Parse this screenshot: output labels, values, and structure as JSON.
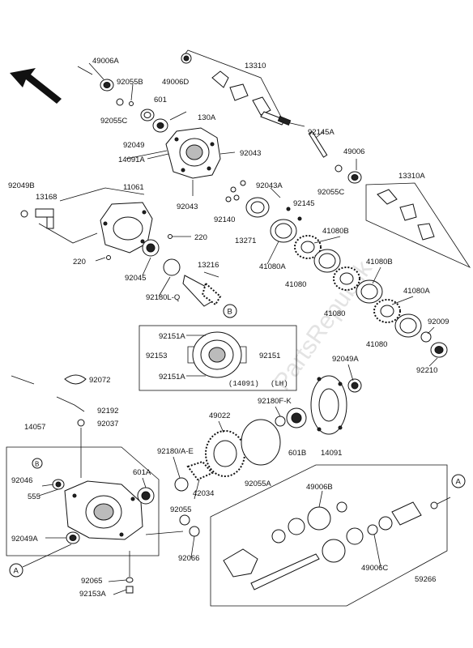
{
  "labels": {
    "p49006A": "49006A",
    "p92055B": "92055B",
    "p92055C_top": "92055C",
    "p49006D": "49006D",
    "p13310": "13310",
    "p601": "601",
    "p130A": "130A",
    "p92049": "92049",
    "p14091A": "14091A",
    "p92043_a": "92043",
    "p92043_b": "92043",
    "p92145A": "92145A",
    "p49006": "49006",
    "p92055C": "92055C",
    "p13310A": "13310A",
    "p92049B": "92049B",
    "p13168": "13168",
    "p11061": "11061",
    "p220_a": "220",
    "p220_b": "220",
    "p92045": "92045",
    "p92180LQ": "92180L-Q",
    "p13216": "13216",
    "p92043A": "92043A",
    "p92145": "92145",
    "p92140": "92140",
    "p13271": "13271",
    "p41080B_a": "41080B",
    "p41080A_a": "41080A",
    "p41080_a": "41080",
    "p41080B_b": "41080B",
    "p41080_b": "41080",
    "p41080A_b": "41080A",
    "p92009": "92009",
    "p41080_c": "41080",
    "p92210": "92210",
    "p92151A_a": "92151A",
    "p92153_box": "92153",
    "p92151": "92151",
    "p92151A_b": "92151A",
    "p14091_box": "(14091)",
    "pLH": "(LH)",
    "p92049A": "92049A",
    "p92072": "92072",
    "p92180FK": "92180F-K",
    "p92192": "92192",
    "p92037": "92037",
    "p14057": "14057",
    "p49022": "49022",
    "p601B": "601B",
    "p14091": "14091",
    "p92180AE": "92180/A-E",
    "p92046": "92046",
    "p555": "555",
    "p601A": "601A",
    "p42034": "42034",
    "p92055A": "92055A",
    "p49006B": "49006B",
    "p92055": "92055",
    "p92049A_b": "92049A",
    "p92066": "92066",
    "p92065": "92065",
    "p92153A": "92153A",
    "p49006C": "49006C",
    "p59266": "59266",
    "refA": "A",
    "refB": "B"
  },
  "watermark": "PartsRepublik",
  "colors": {
    "ink": "#111111",
    "paper": "#ffffff",
    "watermark": "#c8c8c8"
  }
}
